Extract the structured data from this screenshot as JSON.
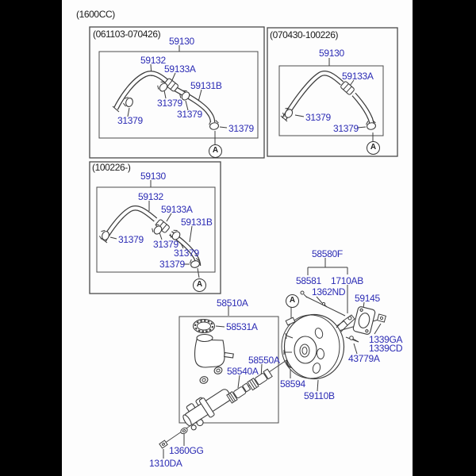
{
  "colors": {
    "part_label": "#2b2bb4",
    "line": "#3c3c3c",
    "header_text": "#1a1a1a",
    "background": "#fdfdfd",
    "pillarbox": "#000000"
  },
  "engine_code": "(1600CC)",
  "marker_a": "A",
  "boxes": {
    "early": {
      "date_range": "(061103-070426)",
      "hose_assy": "59130",
      "hose_front": "59132",
      "check_valve": "59133A",
      "hose_rear": "59131B",
      "clamp": "31379"
    },
    "mid": {
      "date_range": "(070430-100226)",
      "hose_assy": "59130",
      "check_valve": "59133A",
      "clamp": "31379"
    },
    "late": {
      "date_range": "(100226-)",
      "hose_assy": "59130",
      "hose_front": "59132",
      "check_valve": "59133A",
      "hose_rear": "59131B",
      "clamp": "31379"
    }
  },
  "main": {
    "bracket_assy": "58580F",
    "clevis_pin": "58581",
    "pin": "1710AB",
    "snap_pin": "1362ND",
    "gasket": "59145",
    "nut_upper": "1339GA",
    "nut_lower": "1339CD",
    "bolt": "43779A",
    "master_cylinder_assy": "58510A",
    "reservoir_cap": "58531A",
    "piston_secondary": "58550A",
    "piston_primary": "58540A",
    "o_ring": "58594",
    "booster_assy": "59110B",
    "washer": "1360GG",
    "flange_nut": "1310DA"
  }
}
